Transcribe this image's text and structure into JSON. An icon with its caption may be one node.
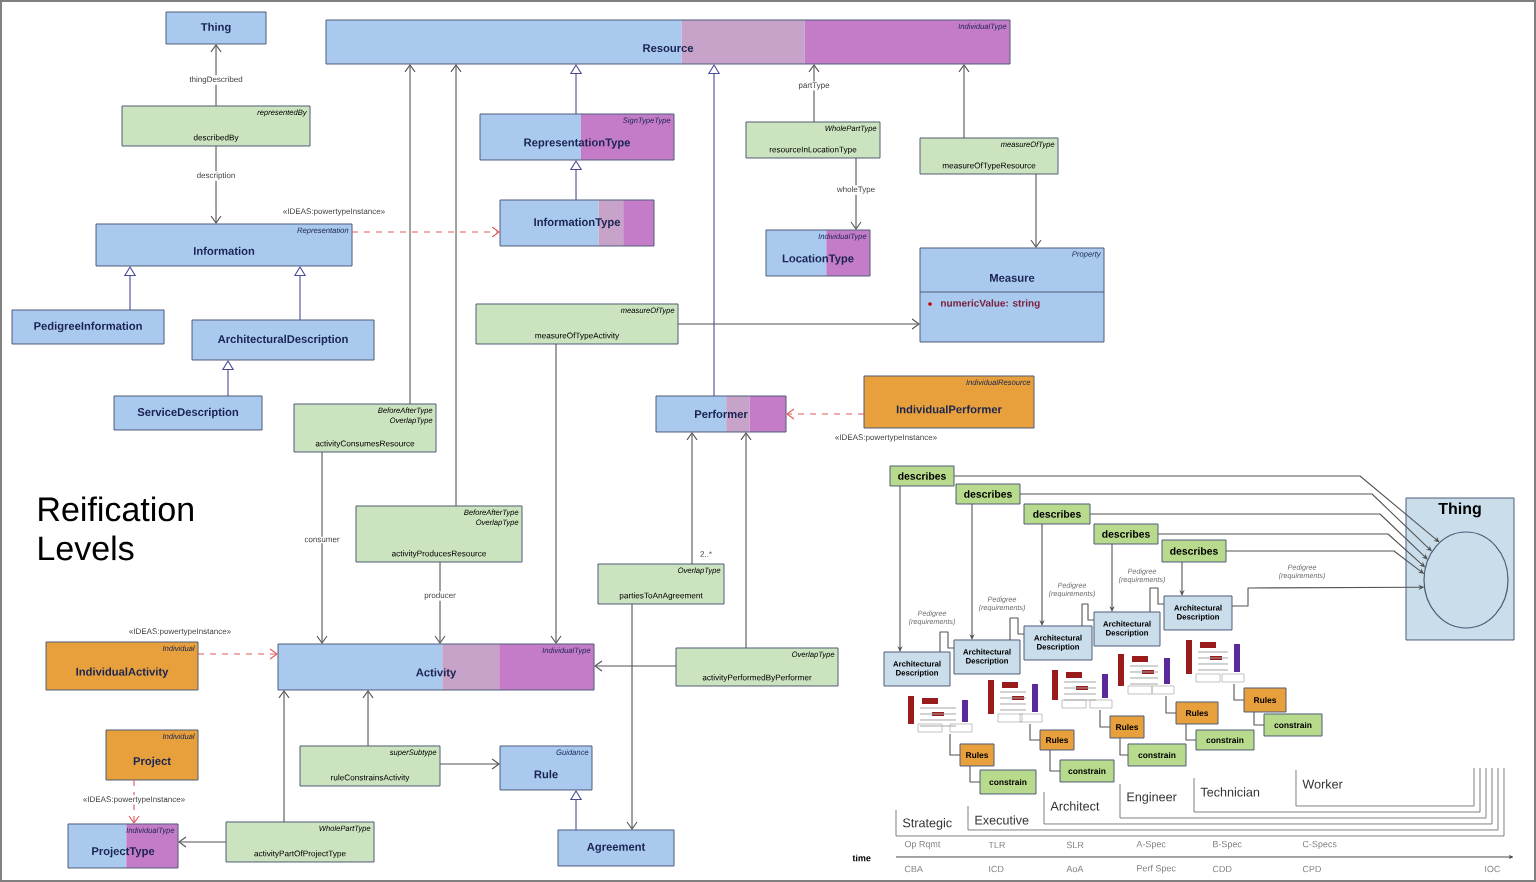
{
  "diagram": {
    "nodes": [
      {
        "text": [
          "Thing"
        ]
      },
      {
        "text": [
          "representedBy",
          "describedBy"
        ]
      },
      {
        "text": [
          "Representation",
          "Information"
        ]
      },
      {
        "text": [
          "PedigreeInformation"
        ]
      },
      {
        "text": [
          "ArchitecturalDescription"
        ]
      },
      {
        "text": [
          "ServiceDescription"
        ]
      },
      {
        "text": [
          "IndividualType",
          "Resource"
        ]
      },
      {
        "text": [
          "SignTypeType",
          "RepresentationType"
        ]
      },
      {
        "text": [
          "InformationType"
        ]
      },
      {
        "text": [
          "WholePartType",
          "resourceInLocationType"
        ]
      },
      {
        "text": [
          "IndividualType",
          "LocationType"
        ]
      },
      {
        "text": [
          "measureOfType",
          "measureOfTypeResource"
        ]
      },
      {
        "text": [
          "Property",
          "Measure",
          "numericValue: string"
        ]
      },
      {
        "text": [
          "measureOfType",
          "measureOfTypeActivity"
        ]
      },
      {
        "text": [
          "Performer"
        ]
      },
      {
        "text": [
          "IndividualResource",
          "IndividualPerformer"
        ]
      },
      {
        "text": [
          "BeforeAfterType",
          "OverlapType",
          "activityConsumesResource"
        ]
      },
      {
        "text": [
          "BeforeAfterType",
          "OverlapType",
          "activityProducesResource"
        ]
      },
      {
        "text": [
          "OverlapType",
          "partiesToAnAgreement"
        ]
      },
      {
        "text": [
          "Individual",
          "IndividualActivity"
        ]
      },
      {
        "text": [
          "IndividualType",
          "Activity"
        ]
      },
      {
        "text": [
          "OverlapType",
          "activityPerformedByPerformer"
        ]
      },
      {
        "text": [
          "superSubtype",
          "ruleConstrainsActivity"
        ]
      },
      {
        "text": [
          "Guidance",
          "Rule"
        ]
      },
      {
        "text": [
          "Agreement"
        ]
      },
      {
        "text": [
          "Individual",
          "Project"
        ]
      },
      {
        "text": [
          "IndividualType",
          "ProjectType"
        ]
      },
      {
        "text": [
          "WholePartType",
          "activityPartOfProjectType"
        ]
      },
      {
        "text": [
          "describes"
        ]
      },
      {
        "text": [
          "describes"
        ]
      },
      {
        "text": [
          "describes"
        ]
      },
      {
        "text": [
          "describes"
        ]
      },
      {
        "text": [
          "describes"
        ]
      },
      {
        "text": [
          "Architectural Description"
        ]
      },
      {
        "text": [
          "Architectural Description"
        ]
      },
      {
        "text": [
          "Architectural Description"
        ]
      },
      {
        "text": [
          "Architectural Description"
        ]
      },
      {
        "text": [
          "Architectural Description"
        ]
      },
      {
        "text": [],
        "shape": "picture"
      },
      {
        "text": [],
        "shape": "picture"
      },
      {
        "text": [],
        "shape": "picture"
      },
      {
        "text": [],
        "shape": "picture"
      },
      {
        "text": [],
        "shape": "picture"
      },
      {
        "text": [
          "Rules"
        ]
      },
      {
        "text": [
          "Rules"
        ]
      },
      {
        "text": [
          "Rules"
        ]
      },
      {
        "text": [
          "Rules"
        ]
      },
      {
        "text": [
          "Rules"
        ]
      },
      {
        "text": [
          "constrain"
        ]
      },
      {
        "text": [
          "constrain"
        ]
      },
      {
        "text": [
          "constrain"
        ]
      },
      {
        "text": [
          "constrain"
        ]
      },
      {
        "text": [
          "constrain"
        ]
      },
      {
        "text": [
          "Thing"
        ]
      },
      {
        "text": [],
        "shape": "circle",
        "in": 53
      }
    ],
    "edges": [
      {
        "from": 1,
        "to": 0,
        "arrow": "to",
        "label": "thingDescribed"
      },
      {
        "from": 1,
        "to": 2,
        "arrow": "to",
        "label": "description"
      },
      {
        "from": 3,
        "to": 2,
        "arrow": "to",
        "color": "#4b4b9b"
      },
      {
        "from": 4,
        "to": 2,
        "arrow": "to",
        "color": "#4b4b9b"
      },
      {
        "from": 5,
        "to": 4,
        "arrow": "to",
        "color": "#4b4b9b"
      },
      {
        "from": 2,
        "to": 8,
        "arrow": "to",
        "style": "dashed",
        "color": "#e05a5a",
        "label": "«IDEAS:powertypeInstance»"
      },
      {
        "from": 7,
        "to": 6,
        "arrow": "to",
        "color": "#4b4b9b"
      },
      {
        "from": 8,
        "to": 7,
        "arrow": "to",
        "color": "#4b4b9b"
      },
      {
        "from": 14,
        "to": 6,
        "arrow": "to",
        "color": "#4b4b9b"
      },
      {
        "from": 9,
        "to": 6,
        "arrow": "to",
        "label": "partType"
      },
      {
        "from": 9,
        "to": 10,
        "arrow": "to",
        "label": "wholeType"
      },
      {
        "from": 11,
        "to": 6,
        "arrow": "to"
      },
      {
        "from": 11,
        "to": 12,
        "arrow": "to"
      },
      {
        "from": 13,
        "to": 12,
        "arrow": "to"
      },
      {
        "from": 13,
        "to": 20,
        "arrow": "to"
      },
      {
        "from": 15,
        "to": 14,
        "arrow": "to",
        "style": "dashed",
        "color": "#e05a5a",
        "label": "«IDEAS:powertypeInstance»"
      },
      {
        "from": 16,
        "to": 6,
        "arrow": "to"
      },
      {
        "from": 16,
        "to": 20,
        "arrow": "to",
        "label": "consumer"
      },
      {
        "from": 17,
        "to": 6,
        "arrow": "to"
      },
      {
        "from": 17,
        "to": 20,
        "arrow": "to",
        "label": "producer"
      },
      {
        "from": 18,
        "to": 14,
        "arrow": "to",
        "label": "2..*"
      },
      {
        "from": 18,
        "to": 24,
        "arrow": "to"
      },
      {
        "from": 21,
        "to": 14,
        "arrow": "to"
      },
      {
        "from": 21,
        "to": 20,
        "arrow": "to"
      },
      {
        "from": 19,
        "to": 20,
        "arrow": "to",
        "style": "dashed",
        "color": "#e05a5a",
        "label": "«IDEAS:powertypeInstance»"
      },
      {
        "from": 25,
        "to": 26,
        "arrow": "to",
        "style": "dashed",
        "color": "#e05a5a",
        "label": "«IDEAS:powertypeInstance»"
      },
      {
        "from": 27,
        "to": 26,
        "arrow": "to"
      },
      {
        "from": 27,
        "to": 20,
        "arrow": "to"
      },
      {
        "from": 22,
        "to": 20,
        "arrow": "to"
      },
      {
        "from": 22,
        "to": 23,
        "arrow": "to"
      },
      {
        "from": 24,
        "to": 23,
        "arrow": "to",
        "color": "#4b4b9b"
      },
      {
        "from": 28,
        "to": 33,
        "arrow": "to"
      },
      {
        "from": 29,
        "to": 34,
        "arrow": "to"
      },
      {
        "from": 30,
        "to": 35,
        "arrow": "to"
      },
      {
        "from": 31,
        "to": 36,
        "arrow": "to"
      },
      {
        "from": 32,
        "to": 37,
        "arrow": "to"
      },
      {
        "from": 28,
        "to": 54,
        "arrow": "to"
      },
      {
        "from": 29,
        "to": 54,
        "arrow": "to"
      },
      {
        "from": 30,
        "to": 54,
        "arrow": "to"
      },
      {
        "from": 31,
        "to": 54,
        "arrow": "to"
      },
      {
        "from": 32,
        "to": 54,
        "arrow": "to"
      },
      {
        "from": 33,
        "to": 34,
        "arrow": "none",
        "label": "Pedigree (requirements)"
      },
      {
        "from": 34,
        "to": 35,
        "arrow": "none",
        "label": "Pedigree (requirements)"
      },
      {
        "from": 35,
        "to": 36,
        "arrow": "none",
        "label": "Pedigree (requirements)"
      },
      {
        "from": 36,
        "to": 37,
        "arrow": "none",
        "label": "Pedigree (requirements)"
      },
      {
        "from": 37,
        "to": 54,
        "arrow": "to",
        "label": "Pedigree (requirements)"
      },
      {
        "from": 38,
        "to": 43,
        "arrow": "none"
      },
      {
        "from": 39,
        "to": 44,
        "arrow": "none"
      },
      {
        "from": 40,
        "to": 45,
        "arrow": "none"
      },
      {
        "from": 41,
        "to": 46,
        "arrow": "none"
      },
      {
        "from": 42,
        "to": 47,
        "arrow": "none"
      },
      {
        "from": 43,
        "to": 48,
        "arrow": "none"
      },
      {
        "from": 44,
        "to": 49,
        "arrow": "none"
      },
      {
        "from": 45,
        "to": 50,
        "arrow": "none"
      },
      {
        "from": 46,
        "to": 51,
        "arrow": "none"
      },
      {
        "from": 47,
        "to": 52,
        "arrow": "none"
      }
    ],
    "labels": [
      "Reification Levels",
      "Strategic",
      "Executive",
      "Architect",
      "Engineer",
      "Technician",
      "Worker",
      "time",
      "Op Rqmt",
      "TLR",
      "SLR",
      "A-Spec",
      "B-Spec",
      "C-Specs",
      "CBA",
      "ICD",
      "AoA",
      "Perf Spec",
      "CDD",
      "CPD",
      "IOC"
    ]
  }
}
